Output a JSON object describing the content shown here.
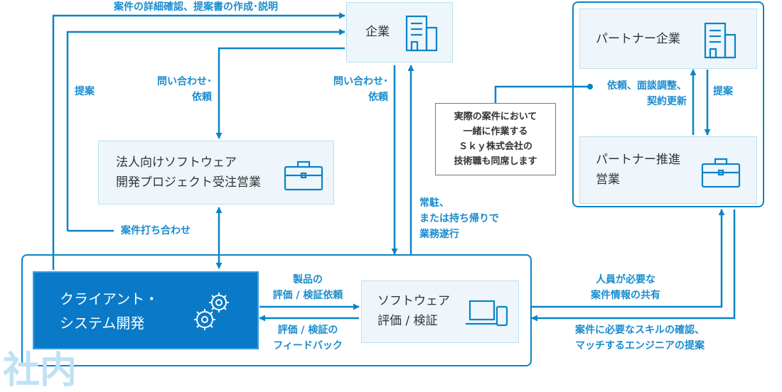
{
  "nodes": {
    "company": "企業",
    "partner_company": "パートナー企業",
    "corp_sales": [
      "法人向けソフトウェア",
      "開発プロジェクト受注営業"
    ],
    "partner_sales": [
      "パートナー推進",
      "営業"
    ],
    "client_dev": [
      "クライアント・",
      "システム開発"
    ],
    "software_eval": [
      "ソフトウェア",
      "評価 / 検証"
    ],
    "note": [
      "実際の案件において",
      "一緒に作業する",
      "Ｓｋｙ株式会社の",
      "技術職も同席します"
    ]
  },
  "edges": {
    "top_detail": "案件の詳細確認、提案書の作成･説明",
    "proposal_left": "提案",
    "inquiry_left": [
      "問い合わせ･",
      "依頼"
    ],
    "inquiry_right": [
      "問い合わせ･",
      "依頼"
    ],
    "project_meeting": "案件打ち合わせ",
    "resident": [
      "常駐、",
      "または持ち帰りで",
      "業務遂行"
    ],
    "request_adjust": [
      "依頼、面談調整、",
      "契約更新"
    ],
    "proposal_right": "提案",
    "eval_request": [
      "製品の",
      "評価 / 検証依頼"
    ],
    "eval_feedback": [
      "評価 / 検証の",
      "フィードバック"
    ],
    "staff_share": [
      "人員が必要な",
      "案件情報の共有"
    ],
    "skill_confirm": [
      "案件に必要なスキルの確認、",
      "マッチするエンジニアの提案"
    ]
  },
  "watermark": "社内",
  "colors": {
    "accent": "#0a84c6",
    "label": "#1a8ccf",
    "box_fill": "#eef6fc",
    "box_border": "#b9dff3",
    "client_fill": "#0a7ac8"
  },
  "icons": [
    "building-icon",
    "briefcase-icon",
    "gears-icon",
    "laptop-phone-icon"
  ]
}
